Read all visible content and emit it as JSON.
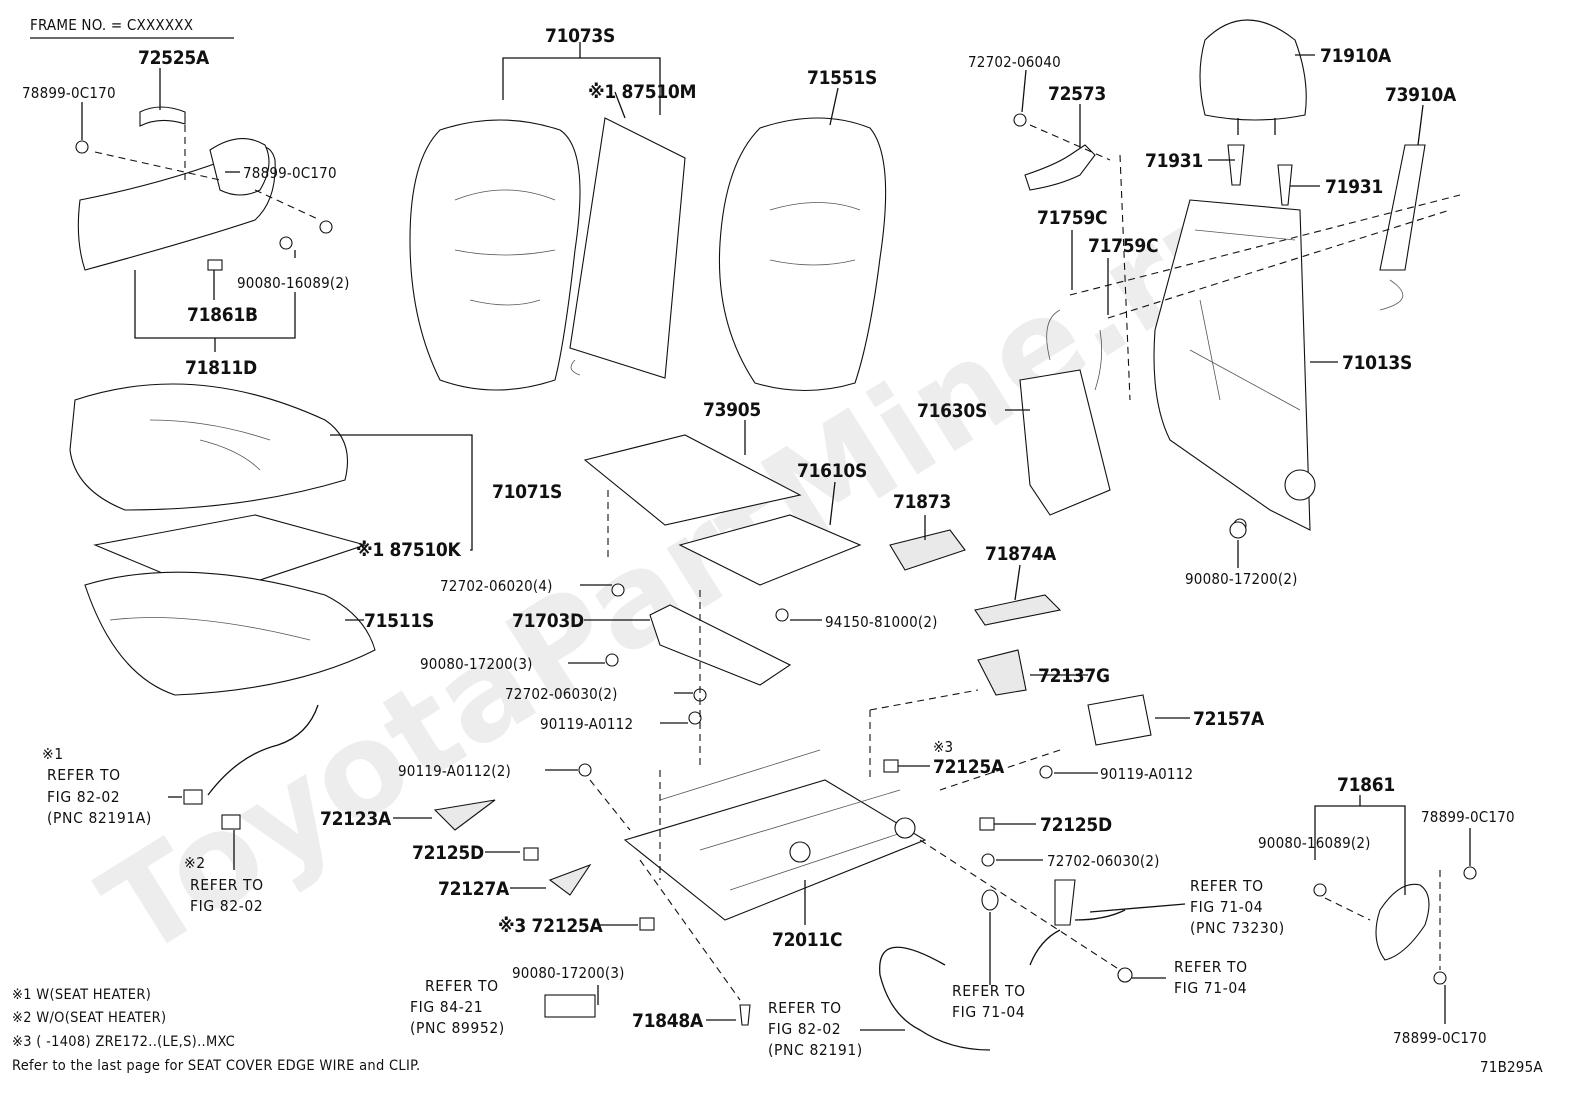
{
  "header": {
    "frame_no": "FRAME NO. = CXXXXXX"
  },
  "watermark": "ToyotaPartMine.ru",
  "diagram_code": "71B295A",
  "notes": [
    "※1 W(SEAT HEATER)",
    "※2 W/O(SEAT HEATER)",
    "※3 (      -1408) ZRE172..(LE,S)..MXC",
    "Refer to the last page for SEAT COVER EDGE WIRE and CLIP."
  ],
  "parts": {
    "p72525A": "72525A",
    "p78899_0C170_a": "78899-0C170",
    "p78899_0C170_b": "78899-0C170",
    "p90080_16089_2_a": "90080-16089(2)",
    "p71861B": "71861B",
    "p71811D": "71811D",
    "p71073S": "71073S",
    "p87510M": "※1 87510M",
    "p71551S": "71551S",
    "p72702_06040": "72702-06040",
    "p72573": "72573",
    "p71910A": "71910A",
    "p73910A": "73910A",
    "p71931_a": "71931",
    "p71931_b": "71931",
    "p71759C_a": "71759C",
    "p71759C_b": "71759C",
    "p71013S": "71013S",
    "p71630S": "71630S",
    "p90080_17200_2": "90080-17200(2)",
    "p71071S": "71071S",
    "p87510K": "※1 87510K",
    "p71511S": "71511S",
    "p73905": "73905",
    "p71610S": "71610S",
    "p71873": "71873",
    "p71874A": "71874A",
    "p72702_06020_4": "72702-06020(4)",
    "p71703D": "71703D",
    "p94150_81000_2": "94150-81000(2)",
    "p90080_17200_3_a": "90080-17200(3)",
    "p72137G": "72137G",
    "p72702_06030_2_a": "72702-06030(2)",
    "p72157A": "72157A",
    "p90119_A0112_a": "90119-A0112",
    "p72125A_a": "72125A",
    "p72125A_a_note": "※3",
    "p90119_A0112_2": "90119-A0112(2)",
    "p90119_A0112_b": "90119-A0112",
    "p72123A": "72123A",
    "p72125D_a": "72125D",
    "p72125D_b": "72125D",
    "p72702_06030_2_b": "72702-06030(2)",
    "p72127A": "72127A",
    "p72125A_b": "※3 72125A",
    "p72011C": "72011C",
    "p71861": "71861",
    "p90080_16089_2_b": "90080-16089(2)",
    "p78899_0C170_c": "78899-0C170",
    "p78899_0C170_d": "78899-0C170",
    "p90080_17200_3_b": "90080-17200(3)",
    "p71848A": "71848A"
  },
  "refs": {
    "ref1": {
      "mark": "※1",
      "l1": "REFER TO",
      "l2": "FIG 82-02",
      "l3": "(PNC 82191A)"
    },
    "ref2": {
      "mark": "※2",
      "l1": "REFER TO",
      "l2": "FIG 82-02"
    },
    "ref3": {
      "l1": "REFER TO",
      "l2": "FIG 84-21",
      "l3": "(PNC 89952)"
    },
    "ref4": {
      "l1": "REFER TO",
      "l2": "FIG 82-02",
      "l3": "(PNC 82191)"
    },
    "ref5": {
      "l1": "REFER TO",
      "l2": "FIG 71-04"
    },
    "ref6": {
      "l1": "REFER TO",
      "l2": "FIG 71-04",
      "l3": "(PNC 73230)"
    },
    "ref7": {
      "l1": "REFER TO",
      "l2": "FIG 71-04"
    }
  }
}
